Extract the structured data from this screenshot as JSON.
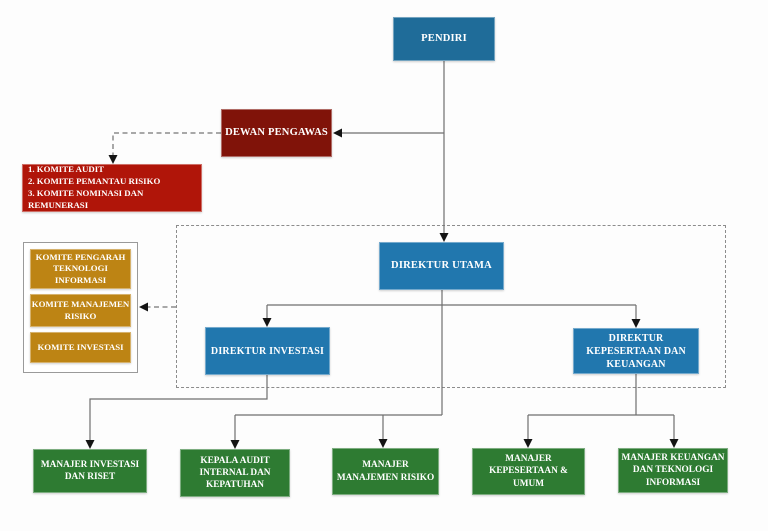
{
  "colors": {
    "teal": "#1f6c99",
    "blue": "#2177ae",
    "maroon": "#801309",
    "red": "#b01509",
    "gold": "#bd8414",
    "green": "#2e7b32",
    "line": "#6f6f6f",
    "dash": "#8c8c8c",
    "arrow": "#141414"
  },
  "nodes": {
    "pendiri": {
      "label": "PENDIRI"
    },
    "dewan_pengawas": {
      "label": "DEWAN PENGAWAS"
    },
    "komite_pengawas": {
      "items": [
        "1. KOMITE AUDIT",
        "2. KOMITE PEMANTAU RISIKO",
        "3. KOMITE NOMINASI DAN REMUNERASI"
      ]
    },
    "komite_direksi": {
      "items": [
        "KOMITE PENGARAH TEKNOLOGI INFORMASI",
        "KOMITE MANAJEMEN RISIKO",
        "KOMITE INVESTASI"
      ]
    },
    "direktur_utama": {
      "label": "DIREKTUR UTAMA"
    },
    "direktur_investasi": {
      "label": "DIREKTUR INVESTASI"
    },
    "direktur_kepesertaan": {
      "label": "DIREKTUR KEPESERTAAN DAN KEUANGAN"
    },
    "managers": [
      {
        "label": "MANAJER INVESTASI DAN RISET"
      },
      {
        "label": "KEPALA AUDIT INTERNAL DAN KEPATUHAN"
      },
      {
        "label": "MANAJER MANAJEMEN RISIKO"
      },
      {
        "label": "MANAJER KEPESERTAAN & UMUM"
      },
      {
        "label": "MANAJER KEUANGAN DAN TEKNOLOGI INFORMASI"
      }
    ]
  },
  "edges": [
    {
      "from": "PENDIRI",
      "to": "DEWAN PENGAWAS",
      "style": "solid"
    },
    {
      "from": "PENDIRI",
      "to": "DIREKTUR UTAMA",
      "style": "solid"
    },
    {
      "from": "DEWAN PENGAWAS",
      "to": "KOMITE PENGAWAS (AUDIT / PEMANTAU RISIKO / NOMINASI DAN REMUNERASI)",
      "style": "dashed"
    },
    {
      "from": "DIREKSI",
      "to": "KOMITE DIREKSI (PENGARAH TI / MANAJEMEN RISIKO / INVESTASI)",
      "style": "dashed"
    },
    {
      "from": "DIREKTUR UTAMA",
      "to": "DIREKTUR INVESTASI",
      "style": "solid"
    },
    {
      "from": "DIREKTUR UTAMA",
      "to": "DIREKTUR KEPESERTAAN DAN KEUANGAN",
      "style": "solid"
    },
    {
      "from": "DIREKTUR UTAMA",
      "to": "KEPALA AUDIT INTERNAL DAN KEPATUHAN",
      "style": "solid"
    },
    {
      "from": "DIREKTUR UTAMA",
      "to": "MANAJER MANAJEMEN RISIKO",
      "style": "solid"
    },
    {
      "from": "DIREKTUR INVESTASI",
      "to": "MANAJER INVESTASI DAN RISET",
      "style": "solid"
    },
    {
      "from": "DIREKTUR KEPESERTAAN DAN KEUANGAN",
      "to": "MANAJER KEPESERTAAN & UMUM",
      "style": "solid"
    },
    {
      "from": "DIREKTUR KEPESERTAAN DAN KEUANGAN",
      "to": "MANAJER KEUANGAN DAN TEKNOLOGI INFORMASI",
      "style": "solid"
    }
  ]
}
